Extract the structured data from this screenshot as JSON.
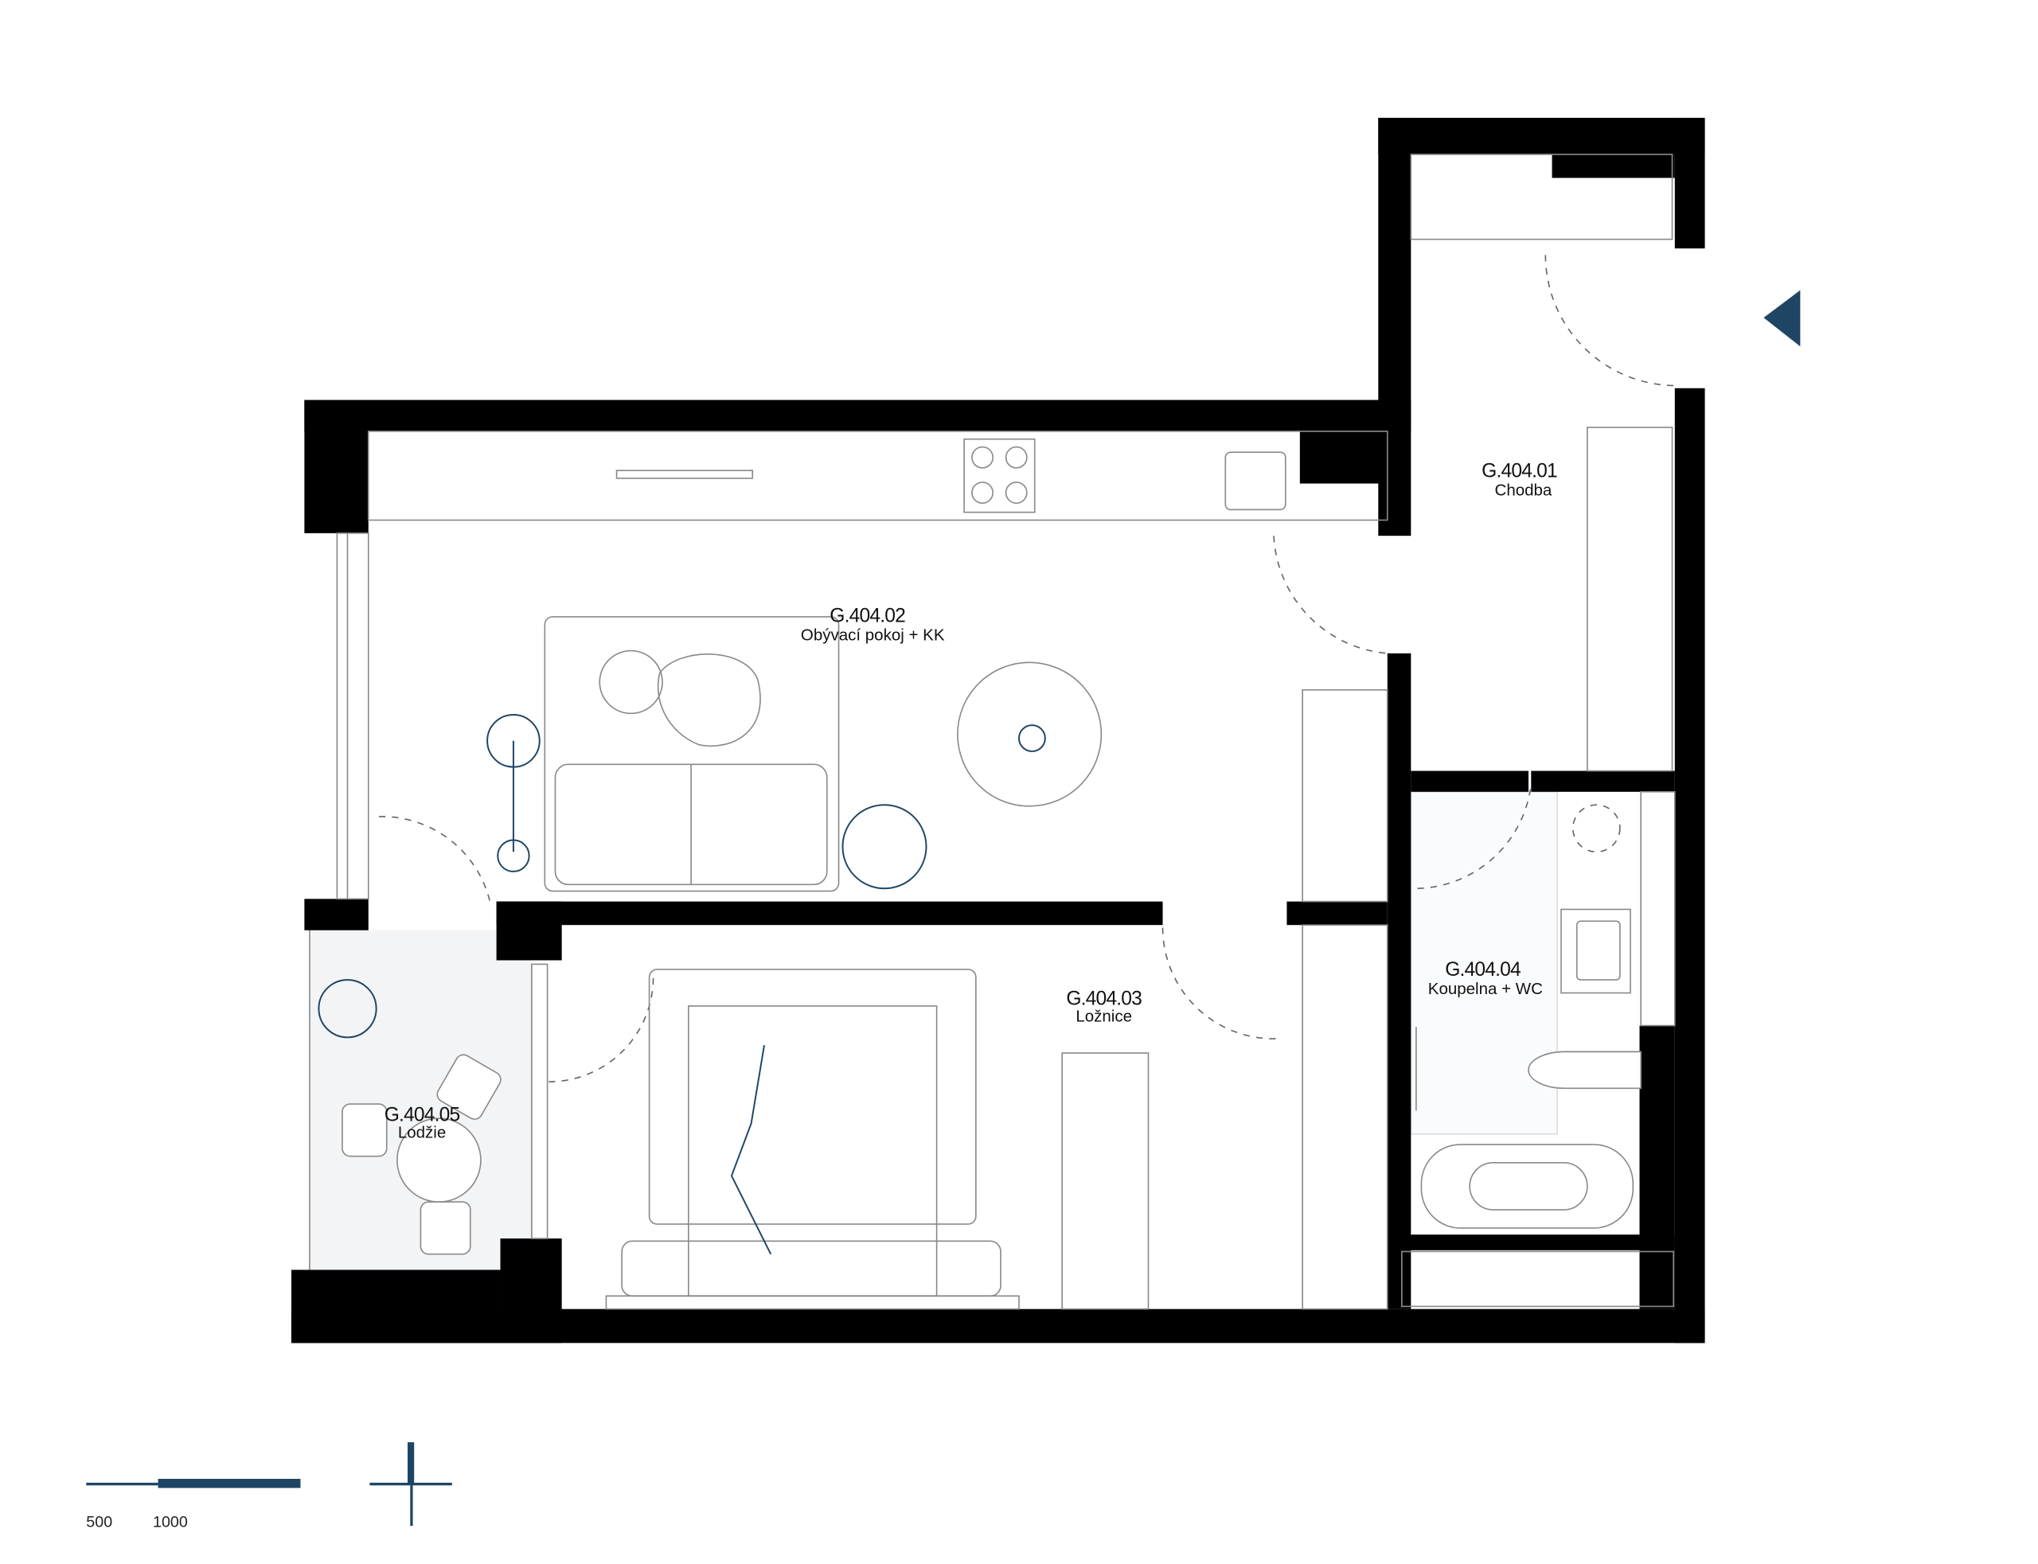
{
  "colors": {
    "wall": "#000000",
    "accent": "#1f4564",
    "furniture": "#8a8a8a"
  },
  "rooms": [
    {
      "code": "G.404.01",
      "name": "Chodba"
    },
    {
      "code": "G.404.02",
      "name": "Obývací pokoj + KK"
    },
    {
      "code": "G.404.03",
      "name": "Ložnice"
    },
    {
      "code": "G.404.04",
      "name": "Koupelna + WC"
    },
    {
      "code": "G.404.05",
      "name": "Lodžie"
    }
  ],
  "scale_bar": {
    "labels": [
      "500",
      "1000"
    ]
  },
  "icons": {
    "entrance": "entrance-arrow-icon",
    "north": "north-arrow-icon"
  }
}
